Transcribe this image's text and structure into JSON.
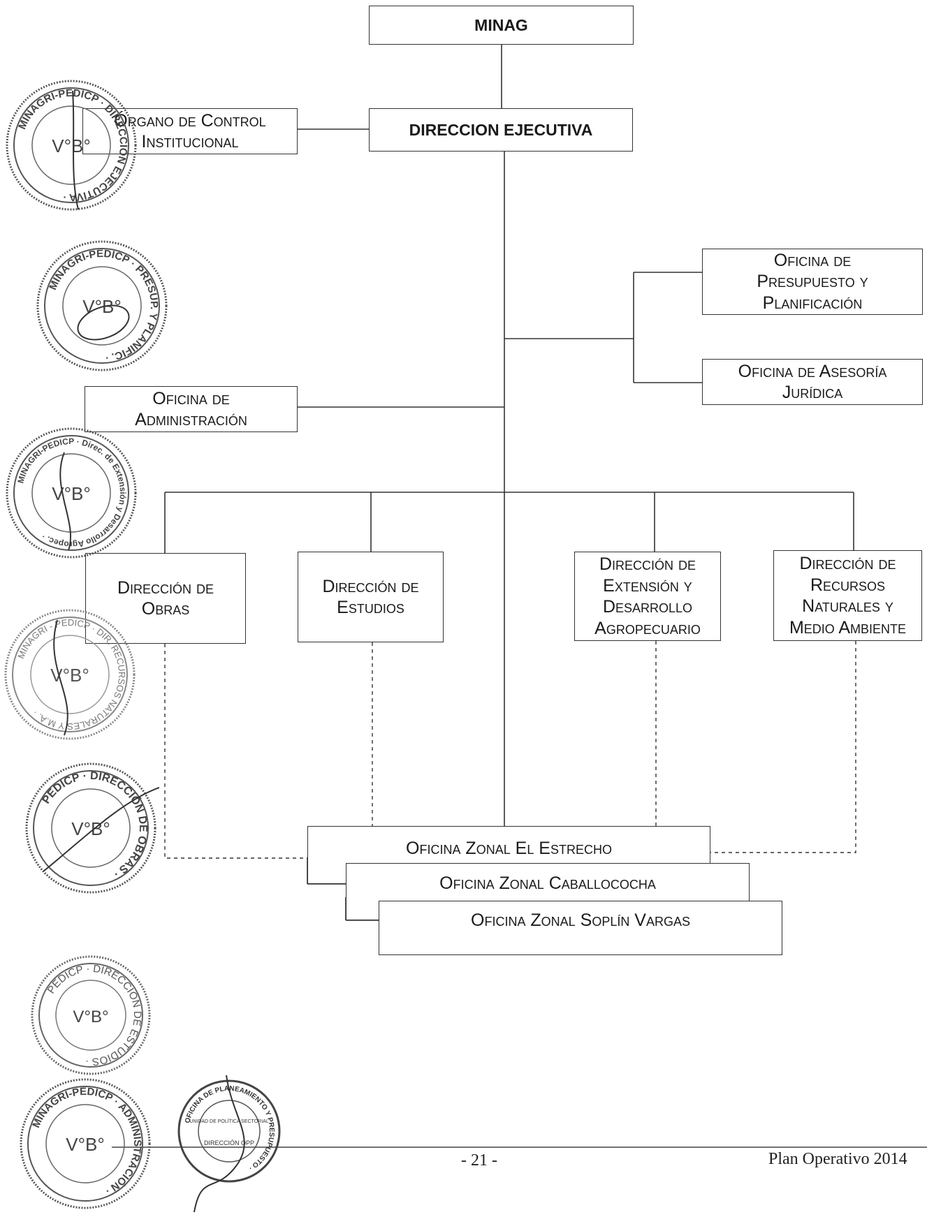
{
  "org_chart": {
    "minag": "MINAG",
    "direccion_ejecutiva": "DIRECCION EJECUTIVA",
    "organo_control": [
      "Órgano de Control",
      "Institucional"
    ],
    "presupuesto": [
      "Oficina de",
      "Presupuesto y",
      "Planificación"
    ],
    "asesoria": [
      "Oficina de Asesoría",
      "Jurídica"
    ],
    "administracion": [
      "Oficina de",
      "Administración"
    ],
    "obras": [
      "Dirección de",
      "Obras"
    ],
    "estudios": [
      "Dirección de",
      "Estudios"
    ],
    "extension": [
      "Dirección de",
      "Extensión y",
      "Desarrollo",
      "Agropecuario"
    ],
    "recursos": [
      "Dirección de",
      "Recursos",
      "Naturales y",
      "Medio Ambiente"
    ],
    "zonal_estrecho": "Oficina Zonal El Estrecho",
    "zonal_caballococha": "Oficina Zonal Caballococha",
    "zonal_soplin": "Oficina Zonal Soplín Vargas"
  },
  "stamps": [
    {
      "top": "MINAGRI-PEDICP",
      "mark": "V°B°",
      "bottom": "DIRECCIÓN EJECUTIVA"
    },
    {
      "top": "MINAGRI-PEDICP",
      "mark": "V°B°",
      "bottom": "PRESUP. Y PLANIFIC."
    },
    {
      "top": "MINAGRI-PEDICP",
      "mark": "V°B°",
      "bottom": "Direc. de Extensión y Desarrollo Agropec."
    },
    {
      "top": "MINAGRI - PEDICP",
      "mark": "V°B°",
      "bottom": "DIR. RECURSOS NATURALES Y M.A."
    },
    {
      "top": "PEDICP",
      "mark": "V°B°",
      "bottom": "DIRECCIÓN DE OBRAS"
    },
    {
      "top": "PEDICP",
      "mark": "V°B°",
      "bottom": "DIRECCIÓN DE ESTUDIOS"
    },
    {
      "top": "MINAGRI-PEDICP",
      "mark": "V°B°",
      "bottom": "ADMINISTRACIÓN"
    },
    {
      "top": "OFICINA DE PLANEAMIENTO Y PRESUPUESTO",
      "mark": "UNIDAD DE POLÍTICA SECTORIAL",
      "bottom": "DIRECCIÓN OPP"
    }
  ],
  "footer": {
    "page_number": "- 21 -",
    "document_title": "Plan Operativo 2014"
  }
}
